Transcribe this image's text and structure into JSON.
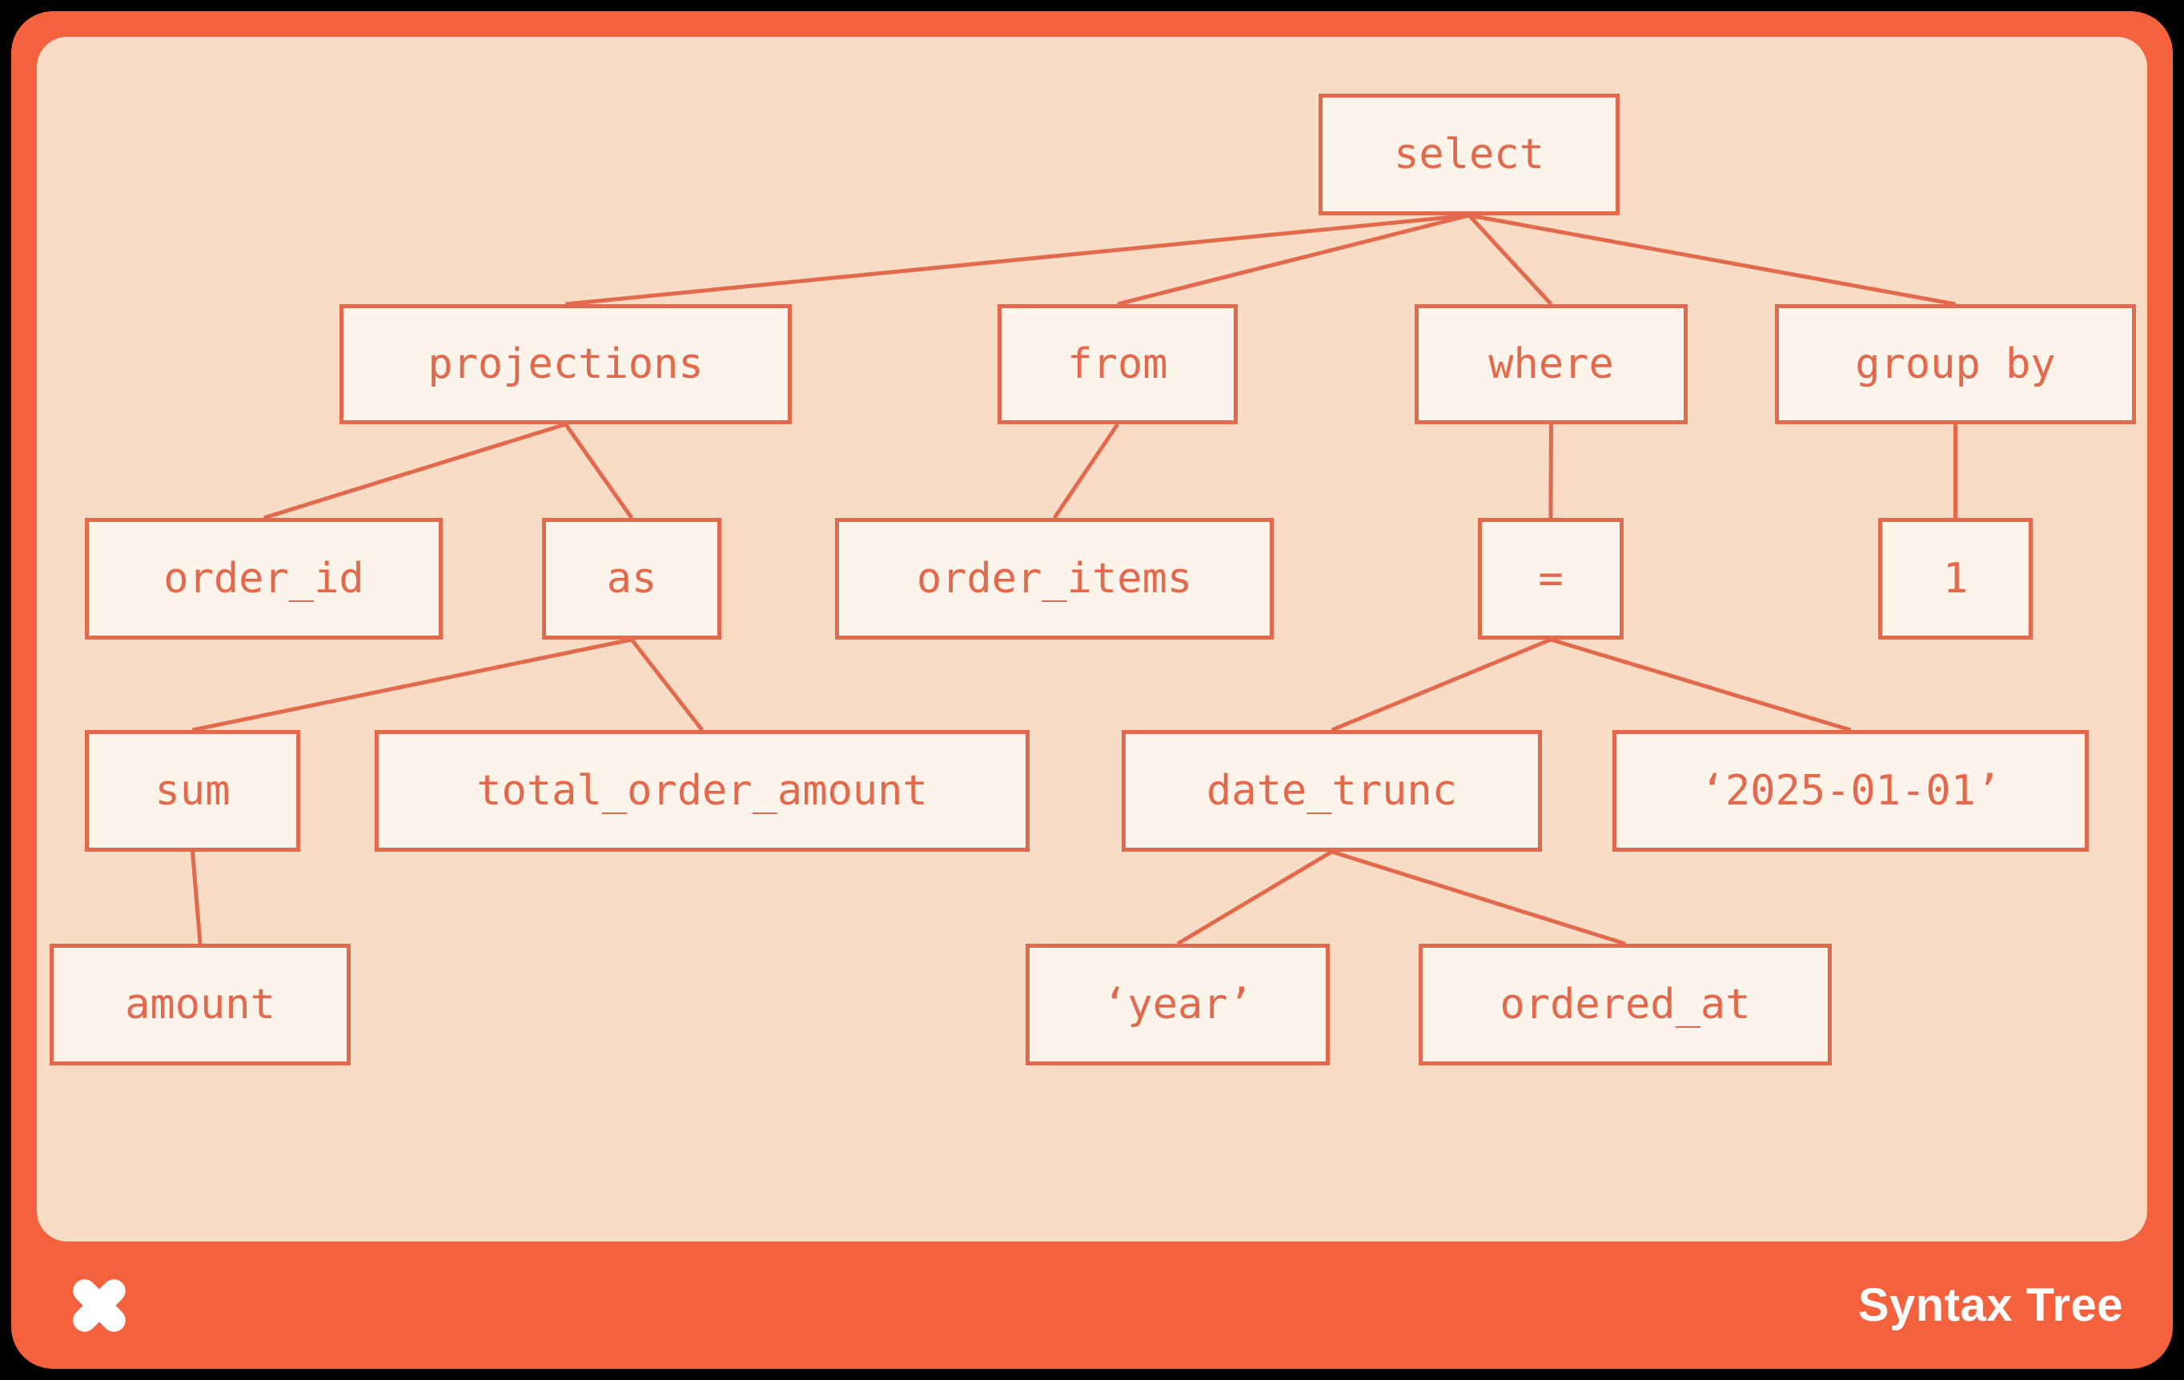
{
  "colors": {
    "frame_orange": "#f4613d",
    "panel_peach": "#f8dcc6",
    "node_border": "#e2694c",
    "node_fill": "#fcf3eb",
    "footer_text": "#ffffff"
  },
  "footer": {
    "brand": "Syntax Tree",
    "logo_icon": "x-pinwheel-logo"
  },
  "tree": {
    "nodes": {
      "select": "select",
      "projections": "projections",
      "from": "from",
      "where": "where",
      "group_by": "group by",
      "order_id": "order_id",
      "as": "as",
      "order_items": "order_items",
      "eq": "=",
      "one": "1",
      "sum": "sum",
      "total_order_amount": "total_order_amount",
      "date_trunc": "date_trunc",
      "date_literal": "‘2025-01-01’",
      "amount": "amount",
      "year_literal": "‘year’",
      "ordered_at": "ordered_at"
    },
    "edges": [
      [
        "select",
        "projections"
      ],
      [
        "select",
        "from"
      ],
      [
        "select",
        "where"
      ],
      [
        "select",
        "group_by"
      ],
      [
        "projections",
        "order_id"
      ],
      [
        "projections",
        "as"
      ],
      [
        "as",
        "sum"
      ],
      [
        "as",
        "total_order_amount"
      ],
      [
        "sum",
        "amount"
      ],
      [
        "from",
        "order_items"
      ],
      [
        "where",
        "eq"
      ],
      [
        "eq",
        "date_trunc"
      ],
      [
        "eq",
        "date_literal"
      ],
      [
        "date_trunc",
        "year_literal"
      ],
      [
        "date_trunc",
        "ordered_at"
      ],
      [
        "group_by",
        "one"
      ]
    ]
  }
}
